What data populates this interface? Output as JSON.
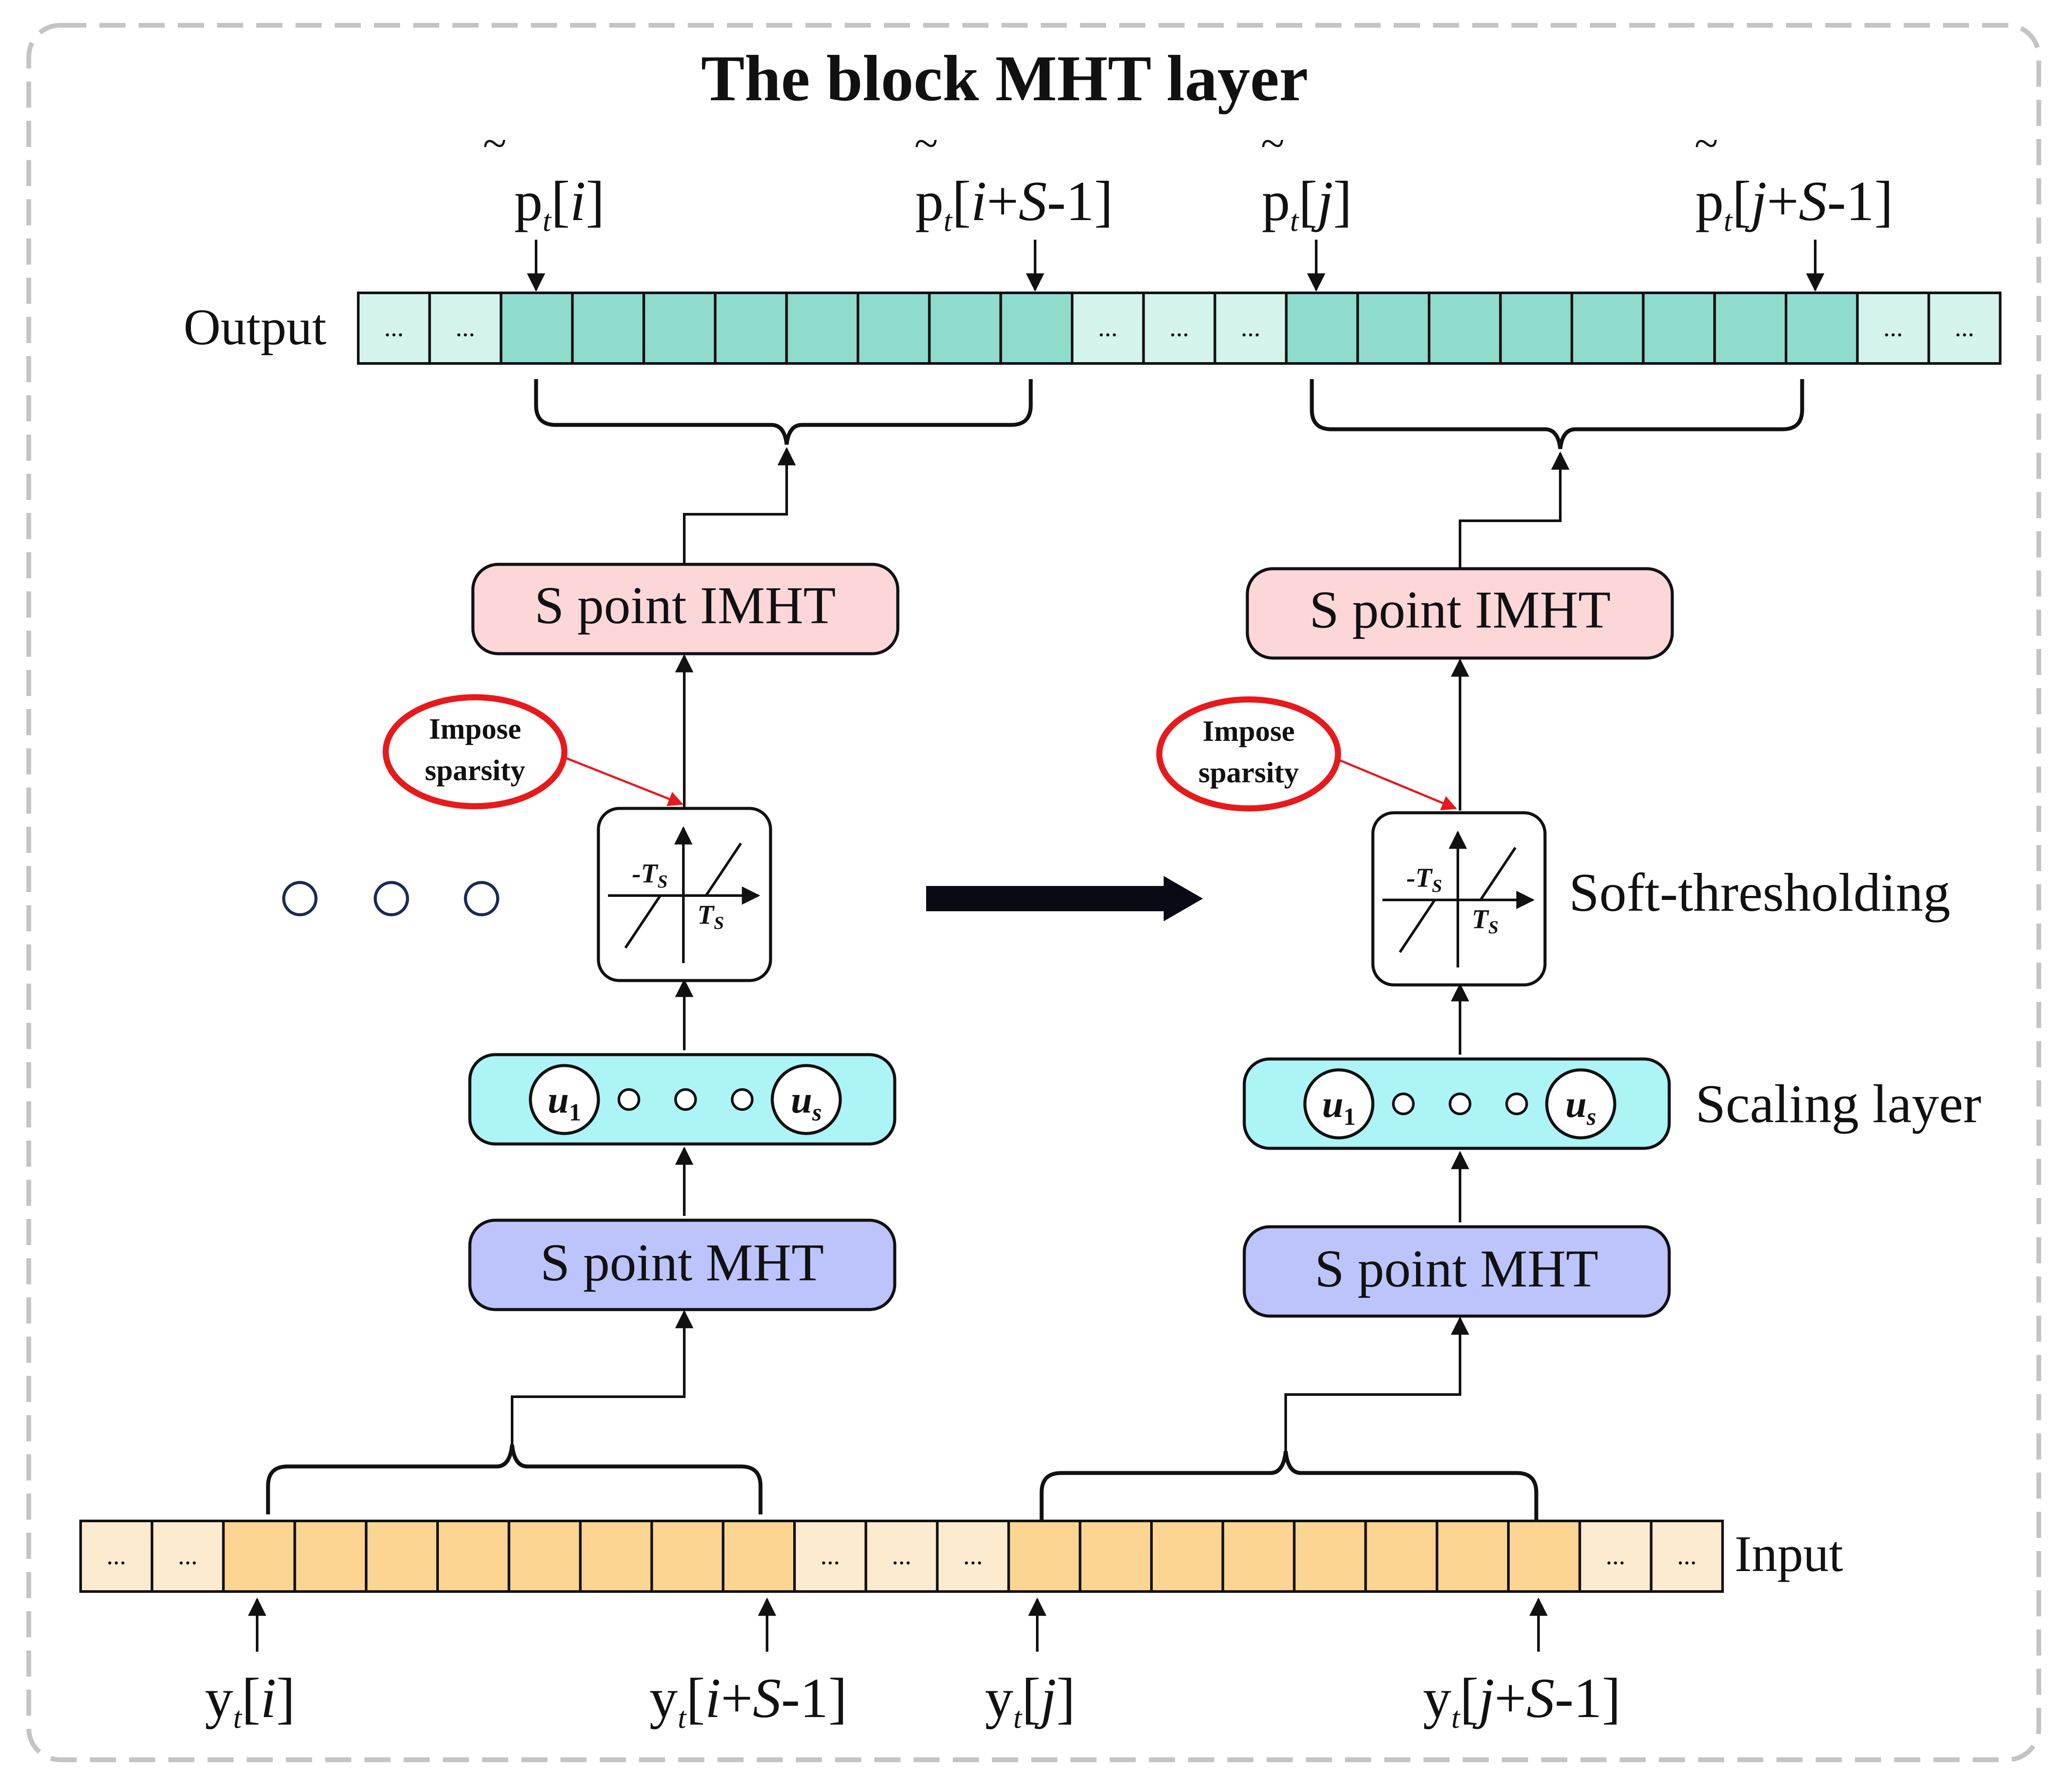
{
  "title": "The block MHT layer",
  "row_labels": {
    "output": "Output",
    "input": "Input"
  },
  "side_labels": {
    "soft_thresholding": "Soft-thresholding",
    "scaling_layer": "Scaling layer"
  },
  "cell_ellipsis": "...",
  "blocks": {
    "imht": "S point IMHT",
    "mht": "S point MHT",
    "impose_line1": "Impose",
    "impose_line2": "sparsity",
    "u1_base": "u",
    "u1_sub": "1",
    "us_base": "u",
    "us_sub": "s",
    "neg_threshold": "-T",
    "pos_threshold": "T",
    "threshold_sub": "S"
  },
  "output_labels": [
    {
      "base": "p",
      "sub": "t",
      "open": "[",
      "idx": "i",
      "close": "]"
    },
    {
      "base": "p",
      "sub": "t",
      "open": "[",
      "idx": "i",
      "mid": "+",
      "s": "S",
      "tail": "-1]"
    },
    {
      "base": "p",
      "sub": "t",
      "open": "[",
      "idx": "j",
      "close": "]"
    },
    {
      "base": "p",
      "sub": "t",
      "open": "[",
      "idx": "j",
      "mid": "+",
      "s": "S",
      "tail": "-1]"
    }
  ],
  "input_labels": [
    {
      "base": "y",
      "sub": "t",
      "open": "[",
      "idx": "i",
      "close": "]"
    },
    {
      "base": "y",
      "sub": "t",
      "open": "[",
      "idx": "i",
      "mid": "+",
      "s": "S",
      "tail": "-1]"
    },
    {
      "base": "y",
      "sub": "t",
      "open": "[",
      "idx": "j",
      "close": "]"
    },
    {
      "base": "y",
      "sub": "t",
      "open": "[",
      "idx": "j",
      "mid": "+",
      "s": "S",
      "tail": "-1]"
    }
  ],
  "colors": {
    "frame": "#c4c4c4",
    "output_cell_light": "#d3f3ec",
    "output_cell_dark": "#8fdccd",
    "input_cell_light": "#fdebd0",
    "input_cell_dark": "#fdd592",
    "imht_fill": "#fdd6d8",
    "mht_fill": "#bdc3fb",
    "scaling_fill": "#adf4f6",
    "impose_stroke": "#e8191c",
    "dots": "#1b2a55",
    "stroke": "#111111"
  }
}
